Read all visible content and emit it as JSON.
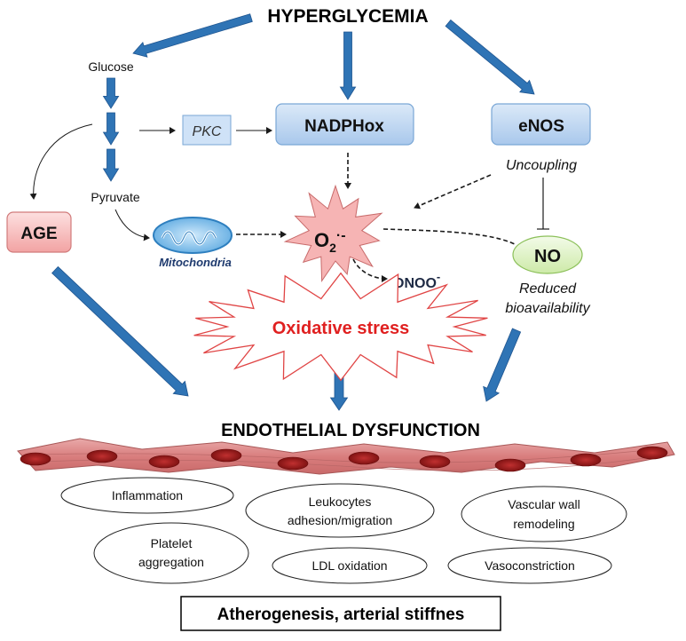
{
  "title": "HYPERGLYCEMIA",
  "pathway": {
    "glucose": "Glucose",
    "pyruvate": "Pyruvate",
    "pkc": "PKC",
    "mitochondria": "Mitochondria"
  },
  "boxes": {
    "nadphox": "NADPHox",
    "enos": "eNOS",
    "age": "AGE",
    "no": "NO"
  },
  "labels": {
    "uncoupling": "Uncoupling",
    "reduced_line1": "Reduced",
    "reduced_line2": "bioavailability"
  },
  "radicals": {
    "superoxide_base": "O",
    "superoxide_sub": "2",
    "superoxide_sup": "·-",
    "peroxynitrite_base": "ONOO",
    "peroxynitrite_sup": "-"
  },
  "oxidative_stress": "Oxidative stress",
  "endothelial_dysfunction": "ENDOTHELIAL DYSFUNCTION",
  "effects": {
    "inflammation": "Inflammation",
    "leukocytes_line1": "Leukocytes",
    "leukocytes_line2": "adhesion/migration",
    "vascular_line1": "Vascular wall",
    "vascular_line2": "remodeling",
    "platelet_line1": "Platelet",
    "platelet_line2": "aggregation",
    "ldl": "LDL oxidation",
    "vasoconstriction": "Vasoconstriction"
  },
  "outcome": "Atherogenesis, arterial stiffnes",
  "colors": {
    "arrow_blue": "#2f74b5",
    "box_blue": "#bcd6f2",
    "box_pink": "#f7b4b4",
    "no_green": "#dff2c4",
    "star_pink": "#f6b2b2",
    "oxidative_red": "#e02020",
    "endothelium": "#d98a8a"
  }
}
